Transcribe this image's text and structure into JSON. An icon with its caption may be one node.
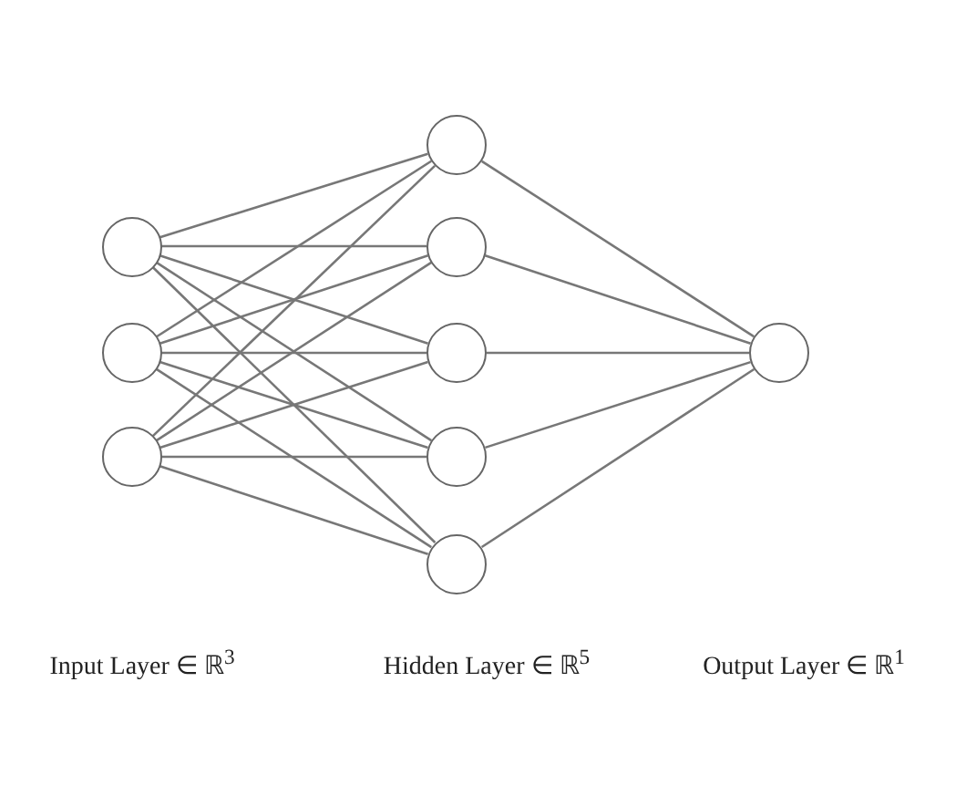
{
  "diagram": {
    "nodes": [
      {
        "text": [],
        "shape": "circle"
      },
      {
        "text": [],
        "shape": "circle"
      },
      {
        "text": [],
        "shape": "circle"
      },
      {
        "text": [],
        "shape": "circle"
      },
      {
        "text": [],
        "shape": "circle"
      },
      {
        "text": [],
        "shape": "circle"
      },
      {
        "text": [],
        "shape": "circle"
      },
      {
        "text": [],
        "shape": "circle"
      },
      {
        "text": [],
        "shape": "circle"
      }
    ],
    "edges": [
      {
        "from": 0,
        "to": 3,
        "arrow": "none"
      },
      {
        "from": 0,
        "to": 4,
        "arrow": "none"
      },
      {
        "from": 0,
        "to": 5,
        "arrow": "none"
      },
      {
        "from": 0,
        "to": 6,
        "arrow": "none"
      },
      {
        "from": 0,
        "to": 7,
        "arrow": "none"
      },
      {
        "from": 1,
        "to": 3,
        "arrow": "none"
      },
      {
        "from": 1,
        "to": 4,
        "arrow": "none"
      },
      {
        "from": 1,
        "to": 5,
        "arrow": "none"
      },
      {
        "from": 1,
        "to": 6,
        "arrow": "none"
      },
      {
        "from": 1,
        "to": 7,
        "arrow": "none"
      },
      {
        "from": 2,
        "to": 3,
        "arrow": "none"
      },
      {
        "from": 2,
        "to": 4,
        "arrow": "none"
      },
      {
        "from": 2,
        "to": 5,
        "arrow": "none"
      },
      {
        "from": 2,
        "to": 6,
        "arrow": "none"
      },
      {
        "from": 2,
        "to": 7,
        "arrow": "none"
      },
      {
        "from": 3,
        "to": 8,
        "arrow": "none"
      },
      {
        "from": 4,
        "to": 8,
        "arrow": "none"
      },
      {
        "from": 5,
        "to": 8,
        "arrow": "none"
      },
      {
        "from": 6,
        "to": 8,
        "arrow": "none"
      },
      {
        "from": 7,
        "to": 8,
        "arrow": "none"
      }
    ],
    "labels": [
      "Input Layer ∈ ℝ$^{3}$",
      "Hidden Layer ∈ ℝ$^{5}$",
      "Output Layer ∈ ℝ$^{1}$"
    ]
  }
}
